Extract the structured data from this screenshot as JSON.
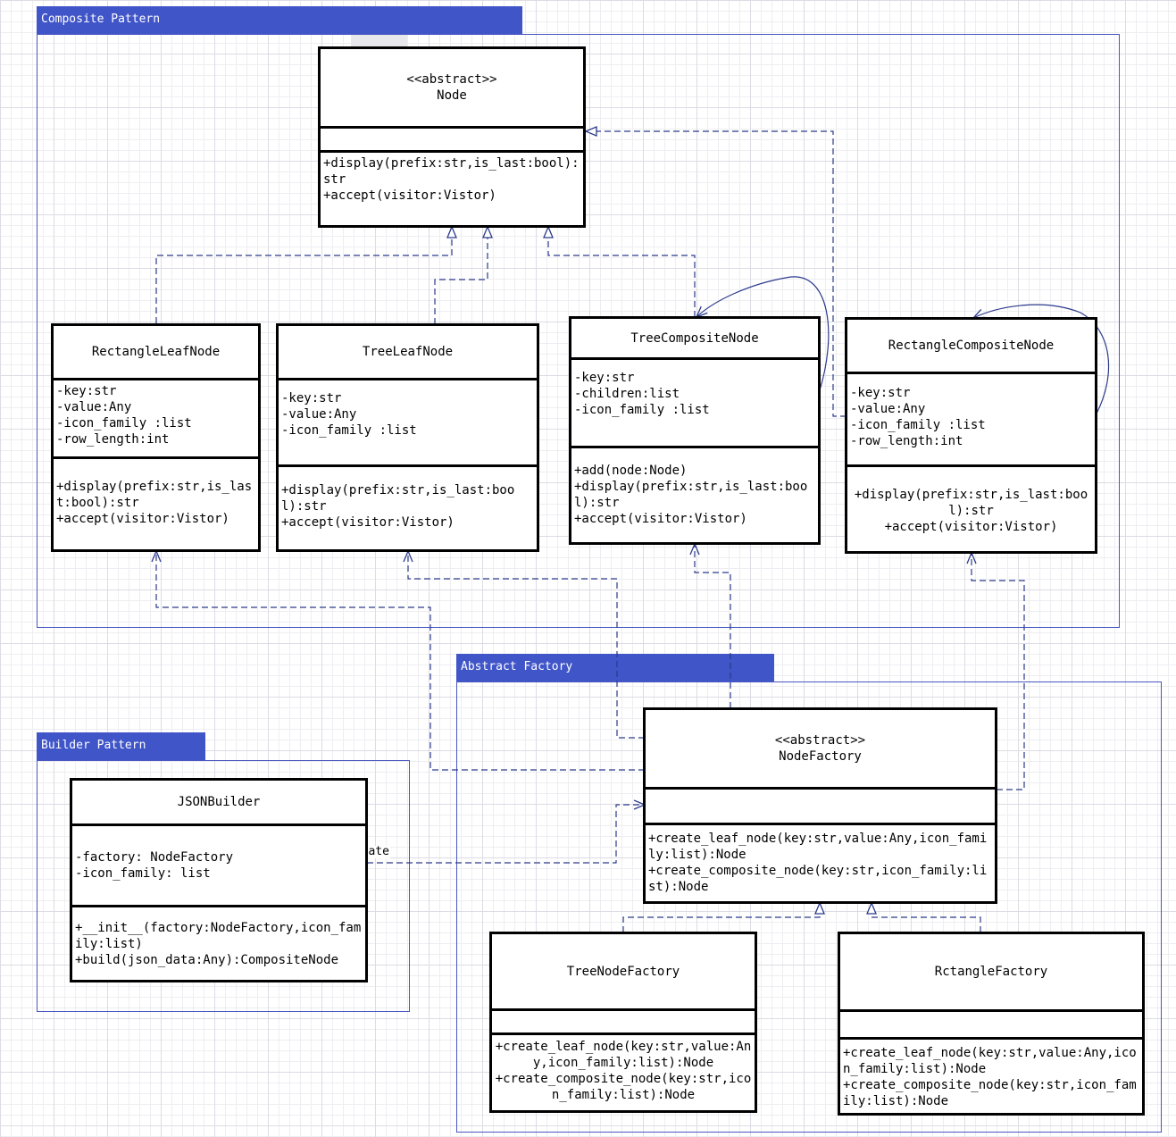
{
  "packages": {
    "composite": "Composite Pattern",
    "factory": "Abstract Factory",
    "builder": "Builder Pattern"
  },
  "node": {
    "stereotype": "<<abstract>>",
    "name": "Node",
    "ops": [
      "+display(prefix:str,is_last:bool):str",
      "+accept(visitor:Vistor)"
    ]
  },
  "rect_leaf": {
    "name": "RectangleLeafNode",
    "attrs": [
      "-key:str",
      "-value:Any",
      "-icon_family :list",
      "-row_length:int"
    ],
    "ops": [
      "+display(prefix:str,is_last:bool):str",
      "+accept(visitor:Vistor)"
    ]
  },
  "tree_leaf": {
    "name": "TreeLeafNode",
    "attrs": [
      "-key:str",
      "-value:Any",
      "-icon_family :list"
    ],
    "ops": [
      "+display(prefix:str,is_last:bool):str",
      "+accept(visitor:Vistor)"
    ]
  },
  "tree_comp": {
    "name": "TreeCompositeNode",
    "attrs": [
      "-key:str",
      "-children:list",
      "-icon_family :list"
    ],
    "ops": [
      "+add(node:Node)",
      "+display(prefix:str,is_last:bool):str",
      "+accept(visitor:Vistor)"
    ]
  },
  "rect_comp": {
    "name": "RectangleCompositeNode",
    "attrs": [
      "-key:str",
      "-value:Any",
      "-icon_family :list",
      "-row_length:int"
    ],
    "ops": [
      "+display(prefix:str,is_last:bool):str",
      "+accept(visitor:Vistor)"
    ]
  },
  "node_factory": {
    "stereotype": "<<abstract>>",
    "name": "NodeFactory",
    "ops": [
      "+create_leaf_node(key:str,value:Any,icon_family:list):Node",
      "+create_composite_node(key:str,icon_family:list):Node"
    ]
  },
  "tree_factory": {
    "name": "TreeNodeFactory",
    "ops": [
      "+create_leaf_node(key:str,value:Any,icon_family:list):Node",
      "+create_composite_node(key:str,icon_family:list):Node"
    ]
  },
  "rect_factory": {
    "name": "RctangleFactory",
    "ops": [
      "+create_leaf_node(key:str,value:Any,icon_family:list):Node",
      "+create_composite_node(key:str,icon_family:list):Node"
    ]
  },
  "json_builder": {
    "name": "JSONBuilder",
    "attrs": [
      "-factory: NodeFactory",
      "-icon_family: list"
    ],
    "ops": [
      "+__init__(factory:NodeFactory,icon_family:list)",
      "+build(json_data:Any):CompositeNode"
    ]
  },
  "relations": {
    "create_label": "Create"
  },
  "colors": {
    "package_tab": "#4055c8",
    "package_frame": "#4a57c0",
    "connector": "#2c3a8a"
  }
}
